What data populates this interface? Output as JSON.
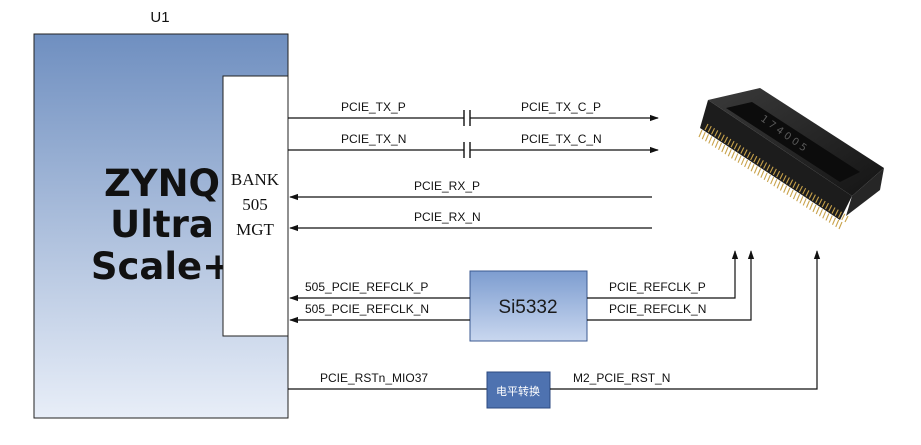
{
  "fpga": {
    "ref": "U1",
    "name_lines": [
      "ZYNQ",
      "Ultra",
      "Scale+"
    ],
    "bank_lines": [
      "BANK",
      "505",
      "MGT"
    ]
  },
  "signals": {
    "tx_p": "PCIE_TX_P",
    "tx_n": "PCIE_TX_N",
    "tx_c_p": "PCIE_TX_C_P",
    "tx_c_n": "PCIE_TX_C_N",
    "rx_p": "PCIE_RX_P",
    "rx_n": "PCIE_RX_N",
    "refclk505_p": "505_PCIE_REFCLK_P",
    "refclk505_n": "505_PCIE_REFCLK_N",
    "refclk_p": "PCIE_REFCLK_P",
    "refclk_n": "PCIE_REFCLK_N",
    "rst_in": "PCIE_RSTn_MIO37",
    "rst_out": "M2_PCIE_RST_N"
  },
  "clock_chip": {
    "label": "Si5332"
  },
  "level_shifter": {
    "label": "电平转换"
  },
  "colors": {
    "fpga_fill_top": "#6f8fc0",
    "fpga_fill_bottom": "#e8eef8",
    "si_fill_top": "#7d9dd0",
    "si_fill_bottom": "#c9d7ef",
    "level_fill": "#4e72b0",
    "connector_body": "#2b2b2b",
    "connector_pins": "#c8a24a"
  },
  "icons": {
    "connector": "m2-connector-icon",
    "capacitor": "capacitor-icon"
  }
}
